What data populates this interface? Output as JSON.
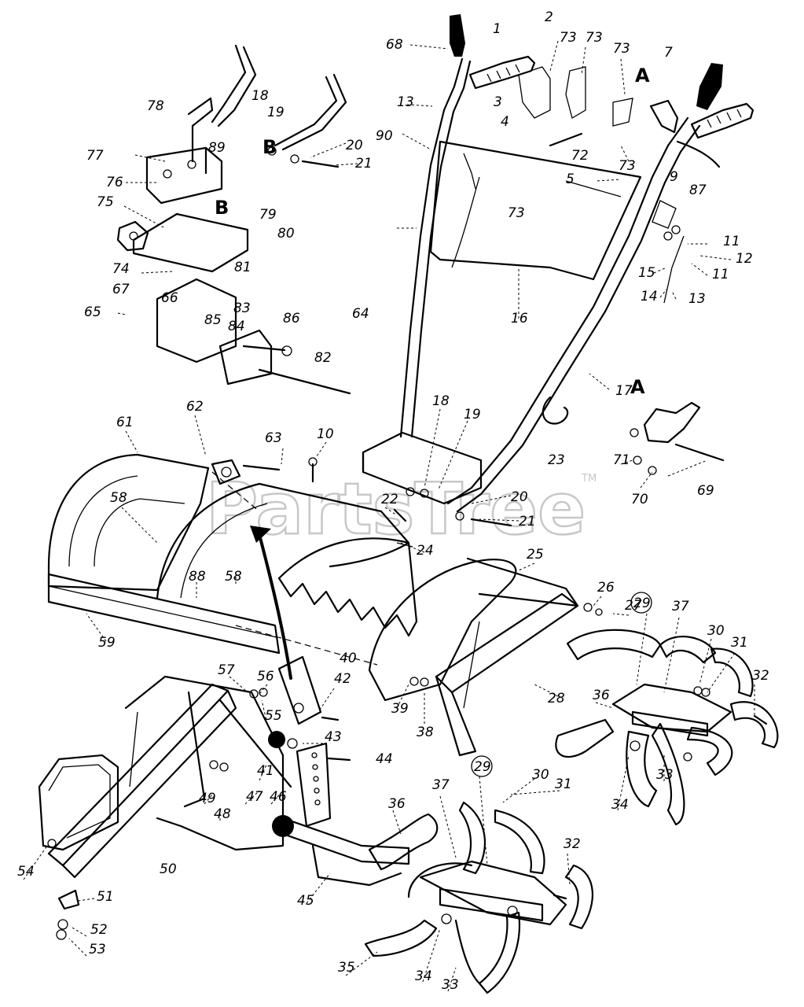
{
  "watermark": {
    "text": "PartsTree",
    "trademark": "TM"
  },
  "callouts": {
    "c1": "1",
    "c2": "2",
    "c3": "3",
    "c4": "4",
    "c5": "5",
    "c7": "7",
    "c9": "9",
    "c10": "10",
    "c11a": "11",
    "c11b": "11",
    "c12": "12",
    "c13a": "13",
    "c13b": "13",
    "c14": "14",
    "c15": "15",
    "c16": "16",
    "c17": "17",
    "c18a": "18",
    "c18b": "18",
    "c19a": "19",
    "c19b": "19",
    "c20a": "20",
    "c20b": "20",
    "c21a": "21",
    "c21b": "21",
    "c22": "22",
    "c23": "23",
    "c24": "24",
    "c25": "25",
    "c26": "26",
    "c27": "27",
    "c28": "28",
    "c29a": "29",
    "c29b": "29",
    "c30a": "30",
    "c30b": "30",
    "c31a": "31",
    "c31b": "31",
    "c32a": "32",
    "c32b": "32",
    "c33a": "33",
    "c33b": "33",
    "c34a": "34",
    "c34b": "34",
    "c35": "35",
    "c36a": "36",
    "c36b": "36",
    "c37a": "37",
    "c37b": "37",
    "c38": "38",
    "c39": "39",
    "c40": "40",
    "c41": "41",
    "c42": "42",
    "c43": "43",
    "c44": "44",
    "c45": "45",
    "c46": "46",
    "c47": "47",
    "c48": "48",
    "c49": "49",
    "c50": "50",
    "c51": "51",
    "c52": "52",
    "c53": "53",
    "c54": "54",
    "c55": "55",
    "c56": "56",
    "c57": "57",
    "c58a": "58",
    "c58b": "58",
    "c59": "59",
    "c61": "61",
    "c62": "62",
    "c63": "63",
    "c64": "64",
    "c65": "65",
    "c66": "66",
    "c67": "67",
    "c68": "68",
    "c69": "69",
    "c70": "70",
    "c71": "71",
    "c72": "72",
    "c73a": "73",
    "c73b": "73",
    "c73c": "73",
    "c73d": "73",
    "c73e": "73",
    "c74": "74",
    "c75": "75",
    "c76": "76",
    "c77": "77",
    "c78": "78",
    "c79": "79",
    "c80": "80",
    "c81": "81",
    "c82": "82",
    "c83": "83",
    "c84": "84",
    "c85": "85",
    "c86": "86",
    "c87": "87",
    "c88": "88",
    "c89": "89",
    "c90": "90"
  },
  "detail_letters": {
    "a1": "A",
    "a2": "A",
    "b1": "B",
    "b2": "B"
  }
}
